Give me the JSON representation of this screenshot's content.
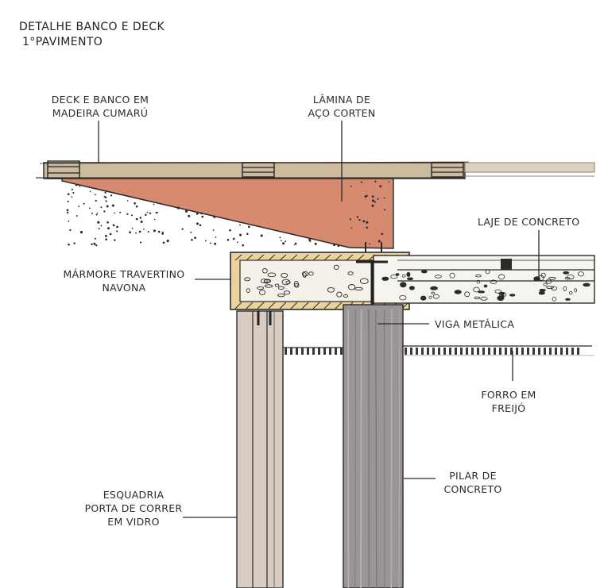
{
  "title": {
    "line1": "DETALHE BANCO E DECK",
    "line2": "1°PAVIMENTO"
  },
  "labels": {
    "deck": [
      "DECK E BANCO EM",
      "MADEIRA CUMARÚ"
    ],
    "corten": [
      "LÂMINA DE",
      "AÇO CORTEN"
    ],
    "laje": [
      "LAJE DE CONCRETO"
    ],
    "marmore": [
      "MÁRMORE TRAVERTINO",
      "NAVONA"
    ],
    "viga": [
      "VIGA METÁLICA"
    ],
    "forro": [
      "FORRO EM",
      "FREIJÓ"
    ],
    "pilar": [
      "PILAR DE",
      "CONCRETO"
    ],
    "esquadria": [
      "ESQUADRIA",
      "PORTA DE CORRER",
      "EM VIDRO"
    ]
  },
  "colors": {
    "wood": "#c9b79c",
    "corten": "#d98f76",
    "marble": "#ecd7a2",
    "concrete": "#f4f1ea",
    "pillar": "#9a9497",
    "glass_frame": "#d8cbc2",
    "ink": "#2b2b2b"
  }
}
